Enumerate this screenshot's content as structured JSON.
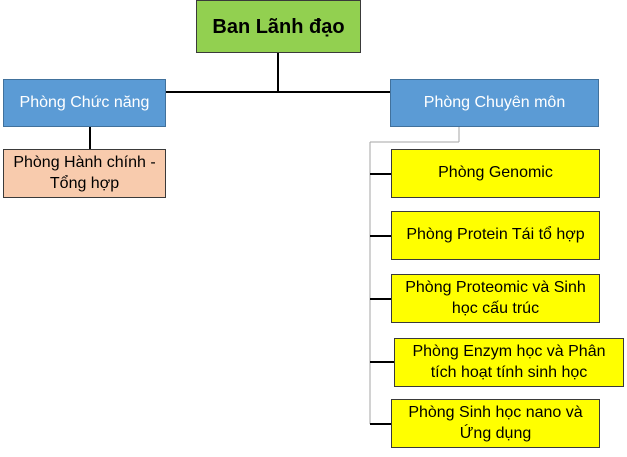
{
  "root": {
    "label": "Ban Lãnh đạo"
  },
  "branches": [
    {
      "label": "Phòng Chức năng"
    },
    {
      "label": "Phòng Chuyên môn"
    }
  ],
  "functional_units": [
    {
      "label": "Phòng Hành chính - Tổng hợp"
    }
  ],
  "specialized_units": [
    {
      "label": "Phòng Genomic"
    },
    {
      "label": "Phòng Protein Tái tổ hợp"
    },
    {
      "label": "Phòng Proteomic và Sinh học cấu trúc"
    },
    {
      "label": "Phòng Enzym học và Phân tích hoạt tính sinh học"
    },
    {
      "label": "Phòng Sinh học nano và Ứng dụng"
    }
  ],
  "colors": {
    "root_fill": "#92d050",
    "branch_fill": "#5b9bd5",
    "admin_fill": "#f8cbad",
    "dept_fill": "#ffff00",
    "connector": "#000000",
    "connector_light": "#a6a6a6"
  }
}
